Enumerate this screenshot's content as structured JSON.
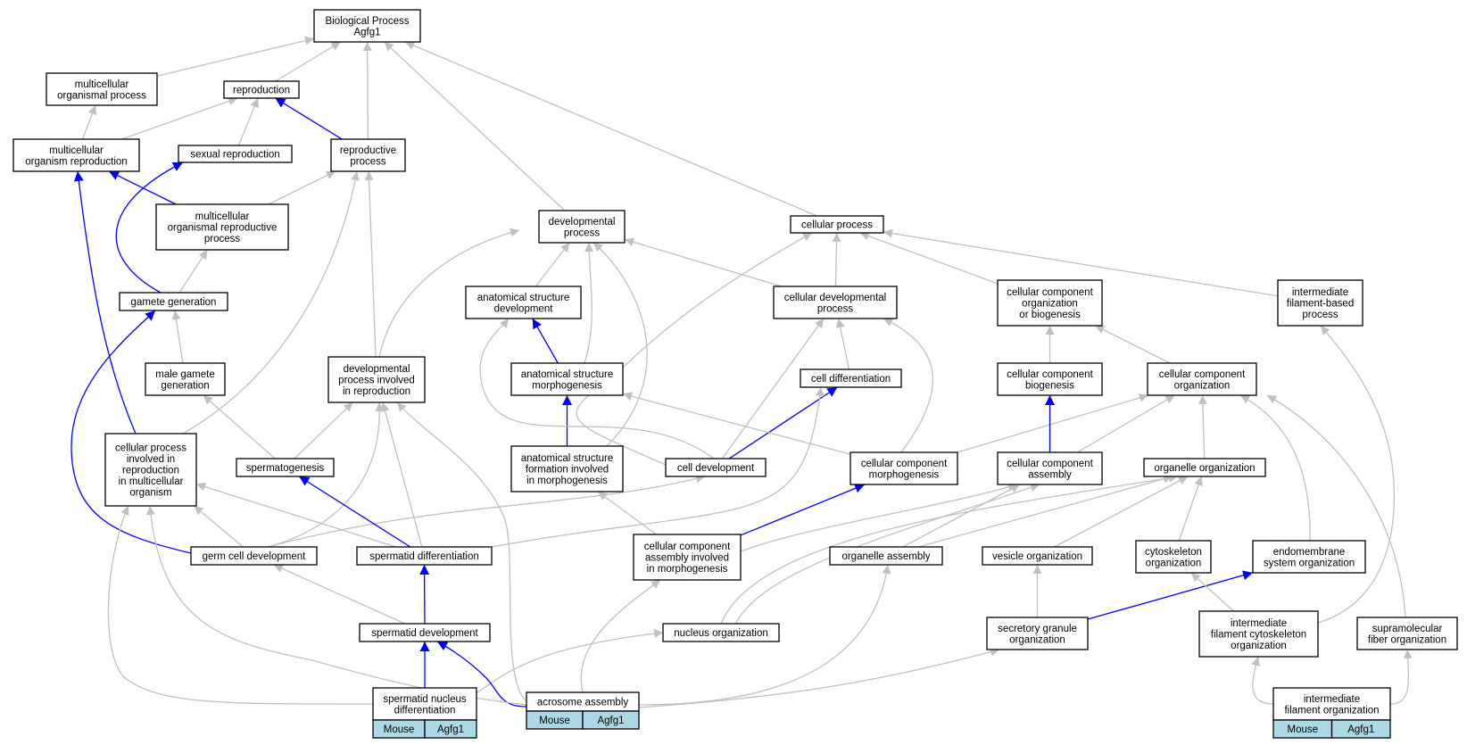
{
  "colors": {
    "edge_default": "#c0c0c0",
    "edge_highlight": "#0000ff",
    "annotation_fill": "#add8e6"
  },
  "nodes": {
    "bp_root": [
      "Biological Process",
      "Agfg1"
    ],
    "multicellular_organismal_process": [
      "multicellular",
      "organismal process"
    ],
    "reproduction": [
      "reproduction"
    ],
    "multicellular_organism_reproduction": [
      "multicellular",
      "organism reproduction"
    ],
    "sexual_reproduction": [
      "sexual reproduction"
    ],
    "reproductive_process": [
      "reproductive",
      "process"
    ],
    "multicellular_organismal_reproductive_process": [
      "multicellular",
      "organismal reproductive",
      "process"
    ],
    "developmental_process": [
      "developmental",
      "process"
    ],
    "cellular_process": [
      "cellular process"
    ],
    "gamete_generation": [
      "gamete generation"
    ],
    "anatomical_structure_development": [
      "anatomical structure",
      "development"
    ],
    "cellular_developmental_process": [
      "cellular developmental",
      "process"
    ],
    "cellular_component_organization_or_biogenesis": [
      "cellular component",
      "organization",
      "or biogenesis"
    ],
    "intermediate_filament_based_process": [
      "intermediate",
      "filament-based",
      "process"
    ],
    "male_gamete_generation": [
      "male gamete",
      "generation"
    ],
    "developmental_process_involved_in_reproduction": [
      "developmental",
      "process involved",
      "in reproduction"
    ],
    "anatomical_structure_morphogenesis": [
      "anatomical structure",
      "morphogenesis"
    ],
    "cell_differentiation": [
      "cell differentiation"
    ],
    "cellular_component_biogenesis": [
      "cellular component",
      "biogenesis"
    ],
    "cellular_component_organization": [
      "cellular component",
      "organization"
    ],
    "cellular_process_involved_in_reproduction": [
      "cellular process",
      "involved in",
      "reproduction",
      "in multicellular",
      "organism"
    ],
    "spermatogenesis": [
      "spermatogenesis"
    ],
    "anatomical_structure_formation": [
      "anatomical structure",
      "formation involved",
      "in morphogenesis"
    ],
    "cell_development": [
      "cell development"
    ],
    "cellular_component_morphogenesis": [
      "cellular component",
      "morphogenesis"
    ],
    "cellular_component_assembly": [
      "cellular component",
      "assembly"
    ],
    "organelle_organization": [
      "organelle organization"
    ],
    "germ_cell_development": [
      "germ cell development"
    ],
    "spermatid_differentiation": [
      "spermatid differentiation"
    ],
    "cc_assembly_in_morphogenesis": [
      "cellular component",
      "assembly involved",
      "in morphogenesis"
    ],
    "organelle_assembly": [
      "organelle assembly"
    ],
    "vesicle_organization": [
      "vesicle organization"
    ],
    "cytoskeleton_organization": [
      "cytoskeleton",
      "organization"
    ],
    "endomembrane_system_organization": [
      "endomembrane",
      "system organization"
    ],
    "spermatid_development": [
      "spermatid development"
    ],
    "nucleus_organization": [
      "nucleus organization"
    ],
    "secretory_granule_organization": [
      "secretory granule",
      "organization"
    ],
    "if_cytoskeleton_organization": [
      "intermediate",
      "filament cytoskeleton",
      "organization"
    ],
    "supramolecular_fiber_organization": [
      "supramolecular",
      "fiber organization"
    ],
    "spermatid_nucleus_differentiation": [
      "spermatid nucleus",
      "differentiation"
    ],
    "acrosome_assembly": [
      "acrosome assembly"
    ],
    "intermediate_filament_organization": [
      "intermediate",
      "filament organization"
    ]
  },
  "annotations": {
    "spermatid_nucleus_differentiation": [
      "Mouse",
      "Agfg1"
    ],
    "acrosome_assembly": [
      "Mouse",
      "Agfg1"
    ],
    "intermediate_filament_organization": [
      "Mouse",
      "Agfg1"
    ]
  }
}
